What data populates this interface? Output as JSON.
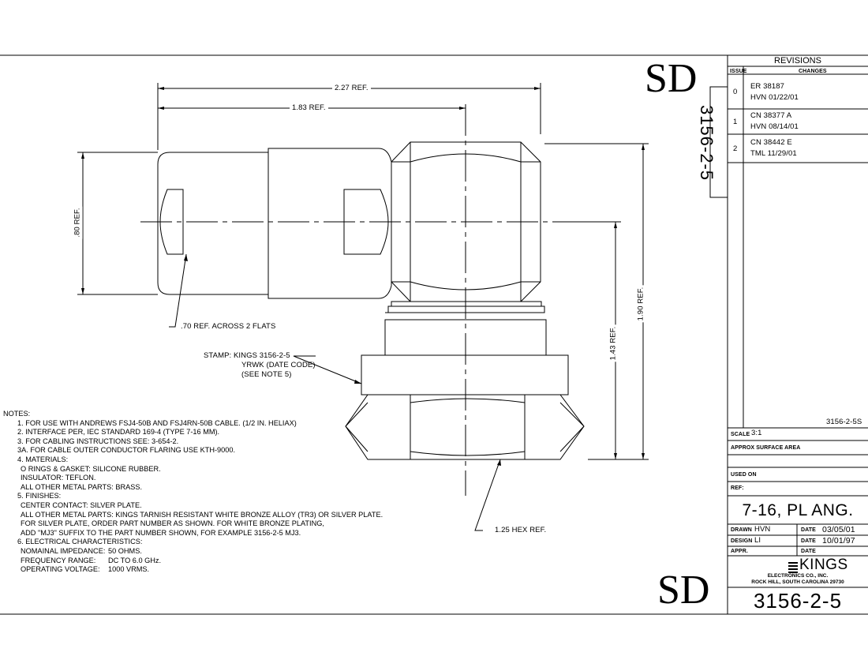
{
  "sd_mark": "SD",
  "side_part": "3156-2-5",
  "dimensions": {
    "d227": "2.27 REF.",
    "d183": "1.83 REF.",
    "d080": ".80 REF.",
    "d070": ".70 REF. ACROSS 2 FLATS",
    "d190": "1.90 REF.",
    "d143": "1.43 REF.",
    "d125": "1.25 HEX REF."
  },
  "stamp": [
    "STAMP: KINGS 3156-2-5",
    "YRWK (DATE CODE)",
    "(SEE NOTE 5)"
  ],
  "notes": {
    "title": "NOTES:",
    "lines": [
      "1. FOR USE WITH ANDREWS FSJ4-50B AND FSJ4RN-50B CABLE. (1/2 IN. HELIAX)",
      "2. INTERFACE PER, IEC STANDARD 169-4 (TYPE 7-16 MM).",
      "3. FOR CABLING INSTRUCTIONS SEE: 3-654-2.",
      "3A. FOR CABLE OUTER CONDUCTOR FLARING USE KTH-9000.",
      "4. MATERIALS:",
      "O RINGS & GASKET: SILICONE RUBBER.",
      "INSULATOR: TEFLON.",
      "ALL OTHER METAL PARTS: BRASS.",
      "5. FINISHES:",
      "CENTER CONTACT: SILVER PLATE.",
      "ALL OTHER METAL PARTS: KINGS TARNISH RESISTANT WHITE BRONZE ALLOY (TR3) OR SILVER PLATE.",
      "FOR SILVER PLATE, ORDER PART NUMBER AS SHOWN.   FOR WHITE BRONZE PLATING,",
      "ADD \"MJ3\" SUFFIX TO THE PART NUMBER SHOWN, FOR EXAMPLE 3156-2-5 MJ3.",
      "6. ELECTRICAL CHARACTERISTICS:",
      "NOMAINAL IMPEDANCE:",
      "50 OHMS.",
      "FREQUENCY RANGE:",
      "DC TO 6.0 GHz.",
      "OPERATING VOLTAGE:",
      "1000 VRMS."
    ]
  },
  "revisions": {
    "title": "REVISIONS",
    "issue_header": "ISSUE",
    "changes_header": "CHANGES",
    "rows": [
      {
        "issue": "0",
        "line1": "ER  38187",
        "line2": "HVN  01/22/01"
      },
      {
        "issue": "1",
        "line1": "CN  38377  A",
        "line2": "HVN  08/14/01"
      },
      {
        "issue": "2",
        "line1": "CN  38442  E",
        "line2": "TML  11/29/01"
      }
    ],
    "file_ref": "3156-2-5S"
  },
  "titleblock": {
    "scale_label": "SCALE",
    "scale_value": "3:1",
    "surface_label": "APPROX SURFACE AREA",
    "used_on_label": "USED ON",
    "ref_label": "REF:",
    "description": "7-16, PL ANG.",
    "drawn_label": "DRAWN",
    "drawn_value": "HVN",
    "drawn_date_label": "DATE",
    "drawn_date": "03/05/01",
    "design_label": "DESIGN",
    "design_value": "LI",
    "design_date_label": "DATE",
    "design_date": "10/01/97",
    "appr_label": "APPR.",
    "appr_date_label": "DATE",
    "company": "KINGS",
    "company_sub": "ELECTRONICS CO., INC.",
    "company_addr": "ROCK HILL, SOUTH CAROLINA 29730",
    "part_number": "3156-2-5"
  }
}
